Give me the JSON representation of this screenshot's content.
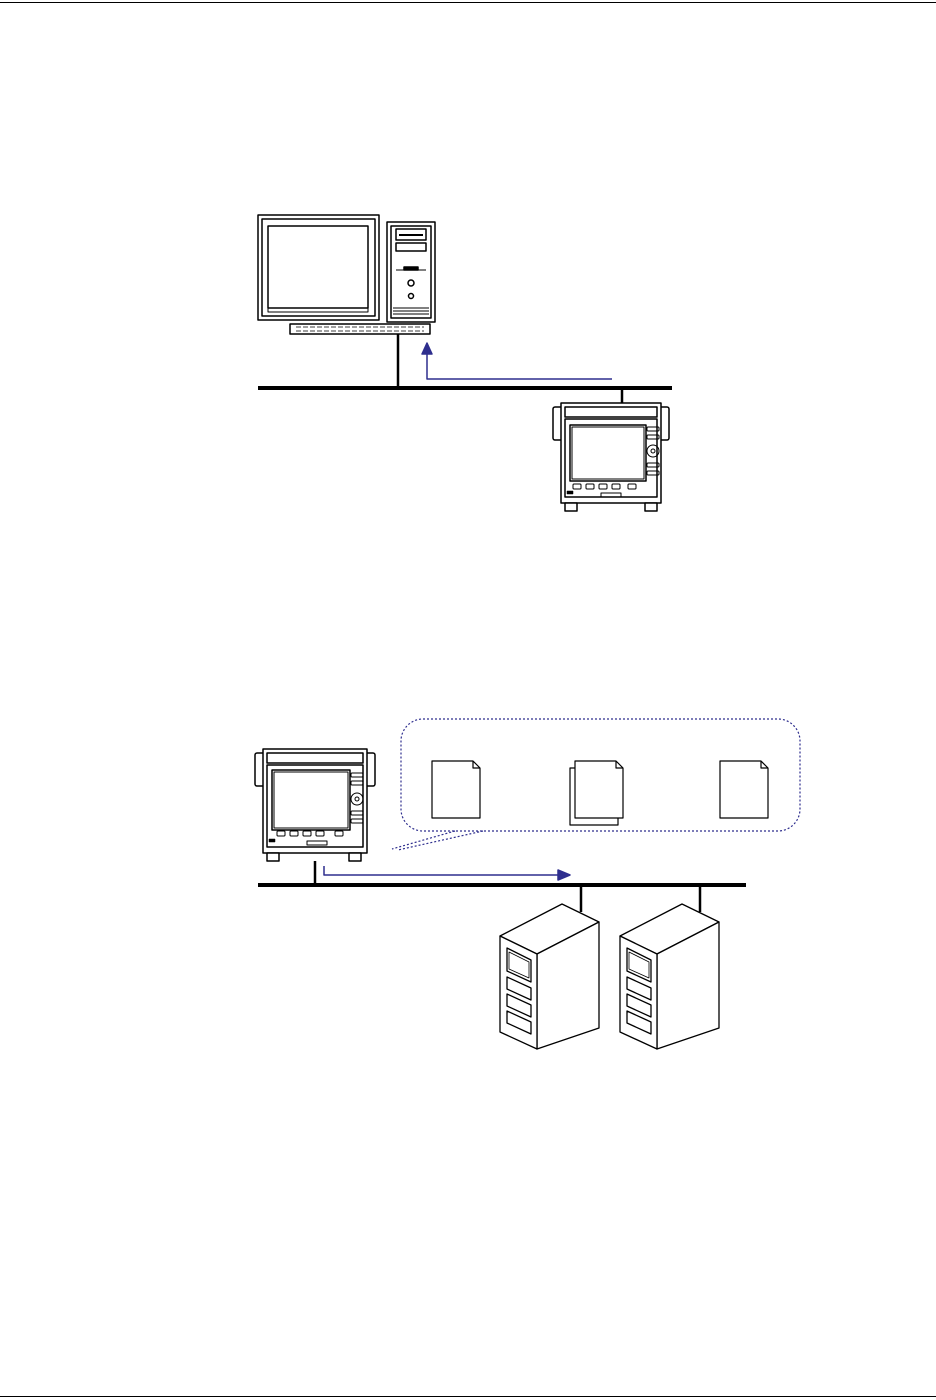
{
  "page": {
    "background": "#ffffff",
    "line_color": "#000000",
    "arrow_color": "#2e2e8e",
    "callout_border_color": "#2e2e8e"
  },
  "diagrams": [
    {
      "id": "pc-access",
      "nodes": [
        "desktop-pc",
        "recorder"
      ],
      "arrow": "recorder-to-pc"
    },
    {
      "id": "file-transfer",
      "nodes": [
        "recorder",
        "file-server-1",
        "file-server-2"
      ],
      "callout_files": 3,
      "arrow": "recorder-to-servers"
    }
  ]
}
